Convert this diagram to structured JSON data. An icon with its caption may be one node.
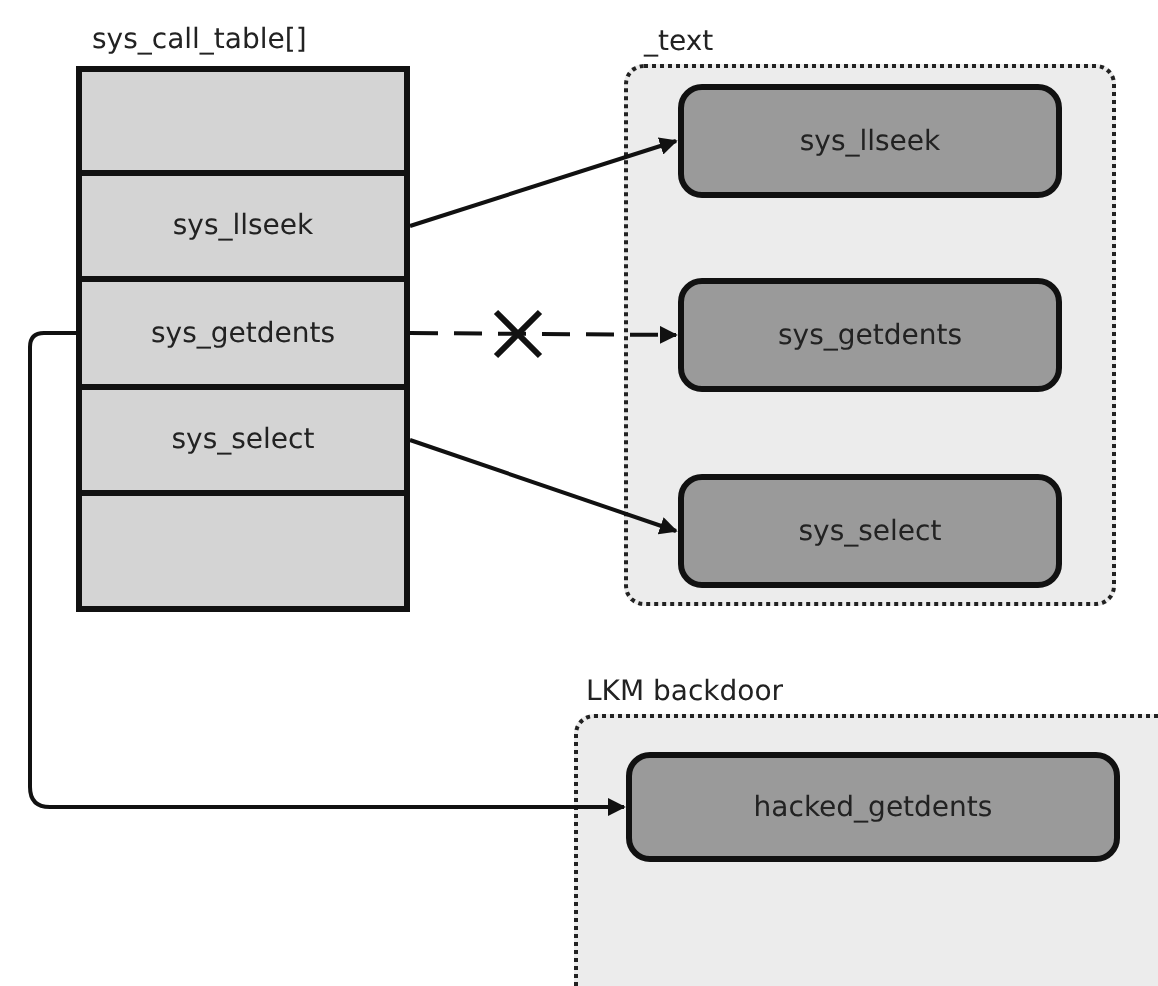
{
  "diagram": {
    "nodes": [
      {
        "text": [
          "sys_call_table[]"
        ]
      },
      {
        "text": [],
        "shape": "box",
        "in": 0
      },
      {
        "text": [
          "sys_llseek"
        ],
        "in": 0
      },
      {
        "text": [
          "sys_getdents"
        ],
        "in": 0
      },
      {
        "text": [
          "sys_select"
        ],
        "in": 0
      },
      {
        "text": [],
        "shape": "box",
        "in": 0
      },
      {
        "text": [
          "_text"
        ]
      },
      {
        "text": [
          "sys_llseek"
        ],
        "in": 6
      },
      {
        "text": [
          "sys_getdents"
        ],
        "in": 6
      },
      {
        "text": [
          "sys_select"
        ],
        "in": 6
      },
      {
        "text": [
          "LKM backdoor"
        ]
      },
      {
        "text": [
          "hacked_getdents"
        ],
        "in": 10
      }
    ],
    "edges": [
      {
        "from": 2,
        "to": 7,
        "arrow": "to"
      },
      {
        "from": 3,
        "to": 8,
        "arrow": "to",
        "style": "dashed"
      },
      {
        "from": 4,
        "to": 9,
        "arrow": "to"
      },
      {
        "from": 3,
        "to": 11,
        "arrow": "to"
      }
    ]
  }
}
